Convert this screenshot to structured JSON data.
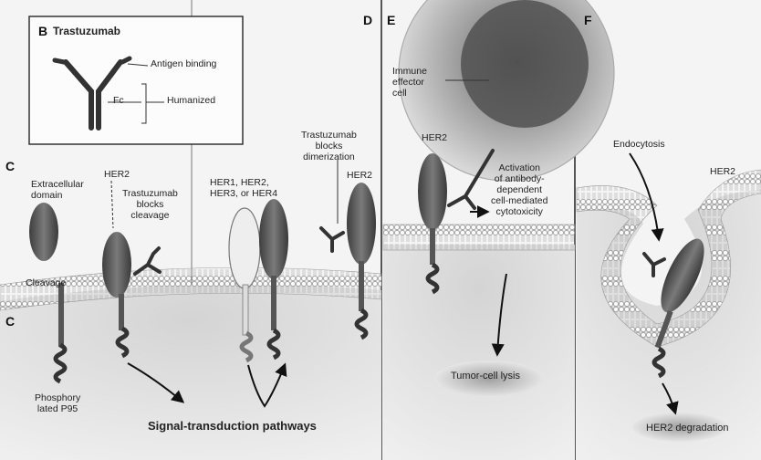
{
  "panels": {
    "B": {
      "letter": "B",
      "title": "Trastuzumab",
      "antigen_binding": "Antigen binding",
      "fc": "Fc",
      "humanized": "Humanized"
    },
    "C": {
      "letter": "C",
      "extracellular_domain": "Extracellular\ndomain",
      "her2_top": "HER2",
      "blocks_cleavage": "Trastuzumab\nblocks\ncleavage",
      "cleavage": "Cleavage",
      "phosphorylated": "Phosphory\nlated P95",
      "her_family": "HER1, HER2,\nHER3, or HER4",
      "blocks_dimerization": "Trastuzumab\nblocks\ndimerization",
      "her2_right": "HER2",
      "signal_pathways": "Signal-transduction pathways"
    },
    "D": {
      "letter": "D"
    },
    "E": {
      "letter": "E",
      "immune_cell": "Immune\neffector\ncell",
      "her2": "HER2",
      "adcc": "Activation\nof antibody-\ndependent\ncell-mediated\ncytotoxicity",
      "tumor_lysis": "Tumor-cell lysis"
    },
    "F": {
      "letter": "F",
      "endocytosis": "Endocytosis",
      "her2": "HER2",
      "degradation": "HER2 degradation"
    }
  },
  "colors": {
    "background": "#f4f4f4",
    "membrane": "#cfcfcf",
    "receptor_dark": "#5a5a5a",
    "receptor_light": "#e6e6e6",
    "cytoplasm": "#dedede",
    "ink": "#222222"
  }
}
